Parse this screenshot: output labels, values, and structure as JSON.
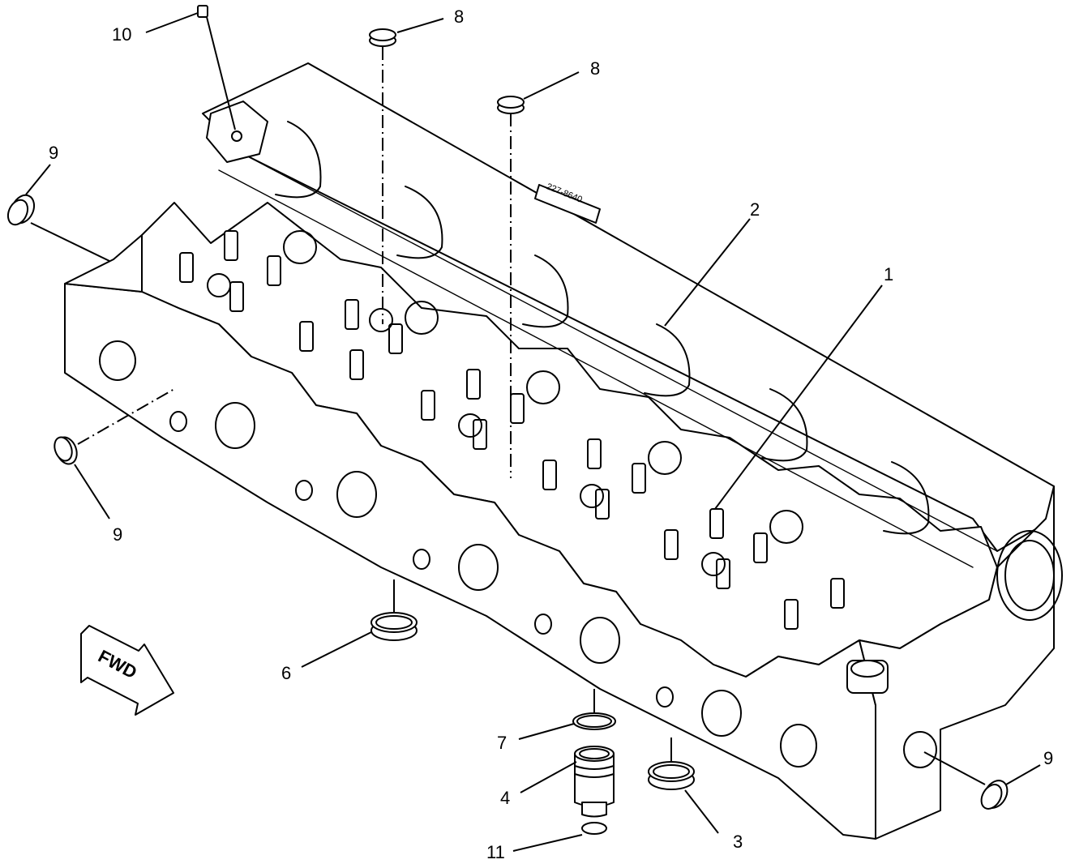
{
  "diagram": {
    "callouts": [
      {
        "id": "c1",
        "label": "1"
      },
      {
        "id": "c2",
        "label": "2"
      },
      {
        "id": "c3",
        "label": "3"
      },
      {
        "id": "c4",
        "label": "4"
      },
      {
        "id": "c6",
        "label": "6"
      },
      {
        "id": "c7",
        "label": "7"
      },
      {
        "id": "c8a",
        "label": "8"
      },
      {
        "id": "c8b",
        "label": "8"
      },
      {
        "id": "c9a",
        "label": "9"
      },
      {
        "id": "c9b",
        "label": "9"
      },
      {
        "id": "c9c",
        "label": "9"
      },
      {
        "id": "c10",
        "label": "10"
      },
      {
        "id": "c11",
        "label": "11"
      }
    ],
    "direction_arrow": {
      "label": "FWD"
    },
    "casting_mark": "227-8640",
    "colors": {
      "line": "#000000",
      "background": "#ffffff"
    }
  }
}
